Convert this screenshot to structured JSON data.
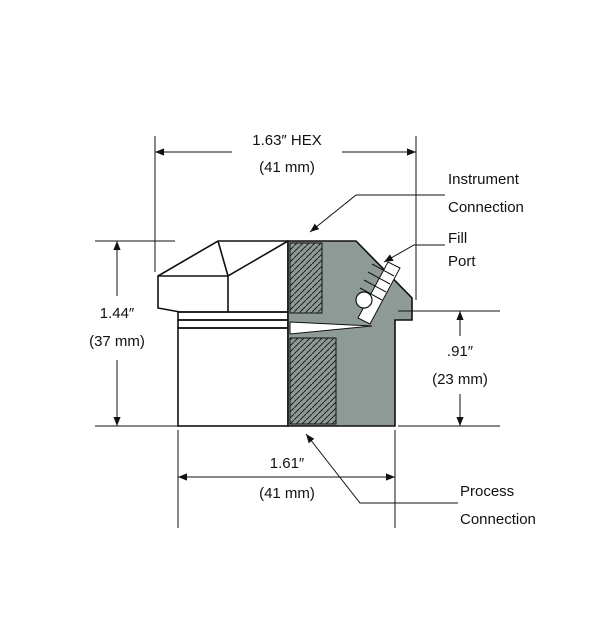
{
  "dimensions": {
    "hex_width_in": "1.63″ HEX",
    "hex_width_mm": "(41 mm)",
    "overall_height_in": "1.44″",
    "overall_height_mm": "(37 mm)",
    "thread_height_in": ".91″",
    "thread_height_mm": "(23 mm)",
    "body_width_in": "1.61″",
    "body_width_mm": "(41 mm)"
  },
  "callouts": {
    "instrument_line1": "Instrument",
    "instrument_line2": "Connection",
    "fill_line1": "Fill",
    "fill_line2": "Port",
    "process_line1": "Process",
    "process_line2": "Connection"
  },
  "colors": {
    "section_fill": "#8e9a96",
    "body_fill": "#ffffff",
    "outline": "#111111"
  }
}
